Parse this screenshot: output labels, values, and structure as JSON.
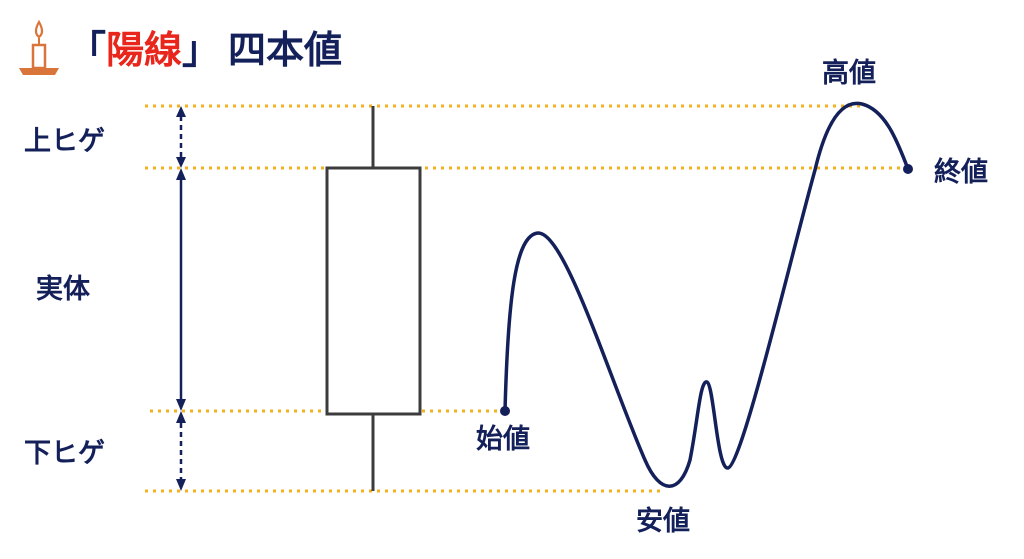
{
  "title": {
    "open_bracket": "「",
    "accent": "陽線",
    "close_bracket": "」",
    "rest": "四本値",
    "accent_color": "#e8261c",
    "text_color": "#14205a",
    "icon": "candle-icon"
  },
  "left_labels": {
    "upper_shadow": "上ヒゲ",
    "real_body": "実体",
    "lower_shadow": "下ヒゲ"
  },
  "price_labels": {
    "open": "始値",
    "high": "高値",
    "low": "安値",
    "close": "終値"
  },
  "colors": {
    "guide_line": "#f2b11d",
    "price_line": "#14205a",
    "candle_outline": "#3c3c3c"
  }
}
